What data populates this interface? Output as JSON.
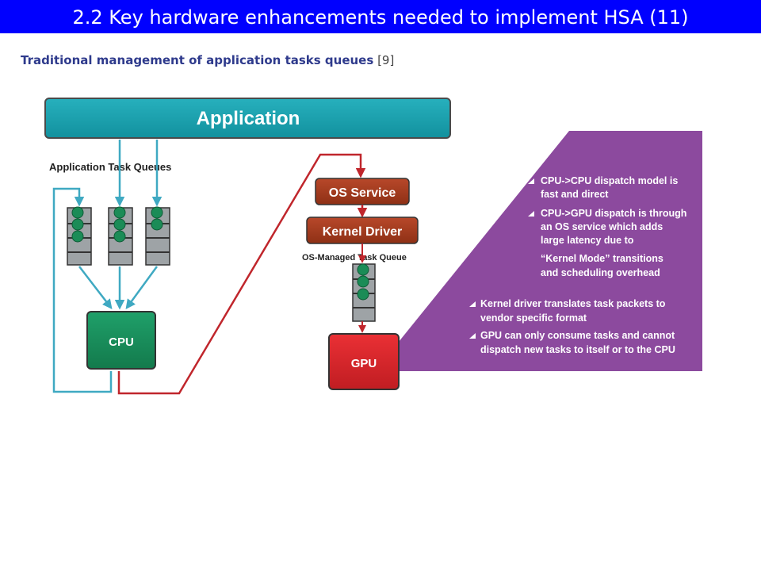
{
  "slide": {
    "title": "2.2 Key hardware enhancements needed to implement HSA (11)",
    "subtitle": "Traditional management of application tasks queues",
    "reference": "[9]"
  },
  "diagram": {
    "application_label": "Application",
    "app_queues_label": "Application Task Queues",
    "cpu_label": "CPU",
    "os_service_label": "OS Service",
    "kernel_driver_label": "Kernel Driver",
    "os_queue_label": "OS-Managed Task Queue",
    "gpu_label": "GPU",
    "notes": [
      [
        "CPU->CPU dispatch model is",
        "fast and direct"
      ],
      [
        "CPU->GPU dispatch is through",
        "an OS service which adds",
        "large latency due to",
        "“Kernel Mode” transitions",
        "and scheduling overhead"
      ],
      [
        "Kernel driver translates task packets to",
        "vendor specific format"
      ],
      [
        "GPU can only consume tasks and cannot",
        "dispatch new tasks to itself or to the CPU"
      ]
    ]
  },
  "colors": {
    "title_bar": "#0000ff",
    "application_box": "#1fa0ae",
    "cpu_box": "#1a8a5a",
    "os_box": "#a53b1c",
    "gpu_box": "#d9262b",
    "purple_panel": "#8c4a9e",
    "teal_arrow": "#3fa9c2",
    "red_arrow": "#c0262c",
    "token_green": "#1b8c57"
  }
}
